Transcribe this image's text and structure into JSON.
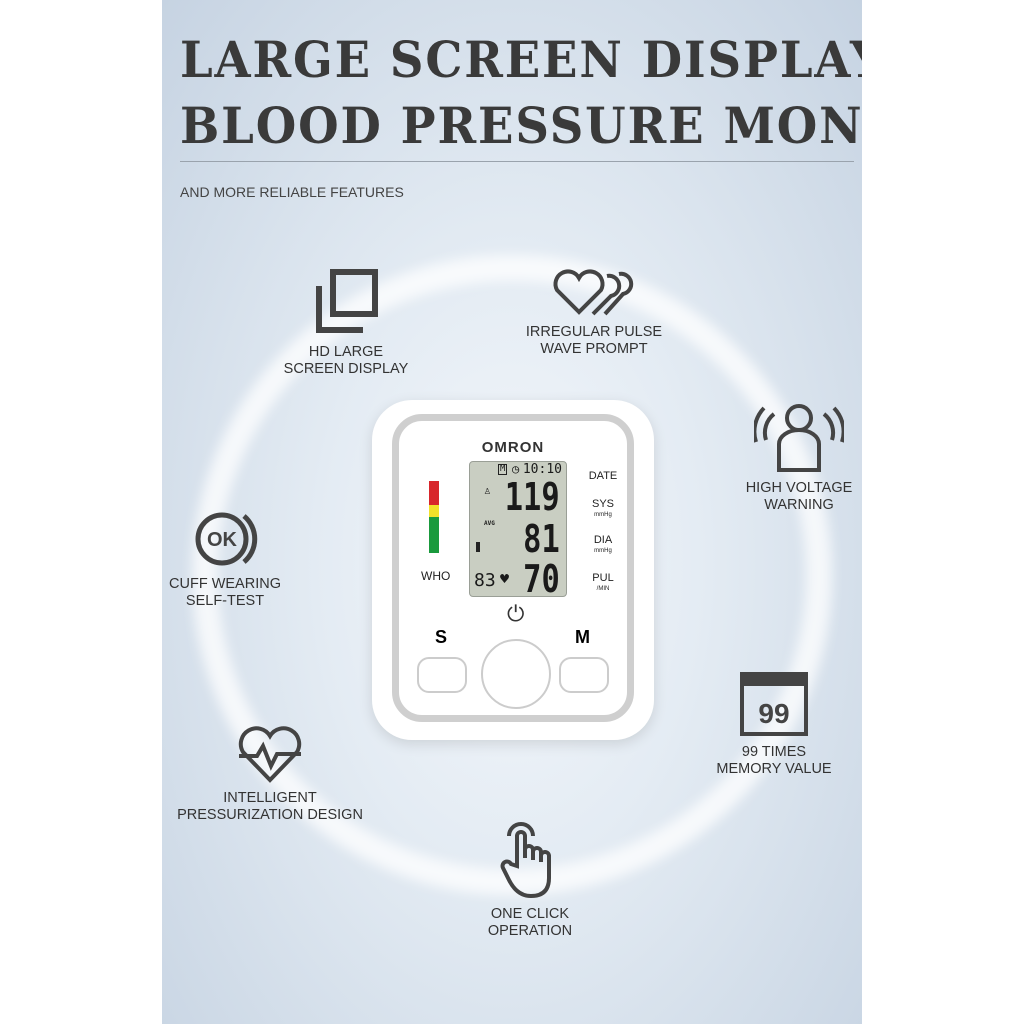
{
  "header": {
    "line1": "LARGE SCREEN DISPLAY",
    "line2": "BLOOD PRESSURE MONITOR",
    "subtitle": "AND MORE RELIABLE FEATURES"
  },
  "features": [
    {
      "icon": "screen-icon",
      "l1": "HD LARGE",
      "l2": "SCREEN DISPLAY"
    },
    {
      "icon": "heart-wave-icon",
      "l1": "IRREGULAR PULSE",
      "l2": "WAVE PROMPT"
    },
    {
      "icon": "person-alert-icon",
      "l1": "HIGH VOLTAGE",
      "l2": "WARNING"
    },
    {
      "icon": "ok-icon",
      "l1": "CUFF WEARING",
      "l2": "SELF-TEST"
    },
    {
      "icon": "calendar-99-icon",
      "l1": "99 TIMES",
      "l2": "MEMORY VALUE",
      "badge": "99"
    },
    {
      "icon": "heartbeat-icon",
      "l1": "INTELLIGENT",
      "l2": "PRESSURIZATION DESIGN"
    },
    {
      "icon": "hand-click-icon",
      "l1": "ONE CLICK",
      "l2": "OPERATION"
    }
  ],
  "device": {
    "brand": "OMRON",
    "time": "10:10",
    "mem": "M",
    "sys": "119",
    "dia": "81",
    "pul": "70",
    "mem_no": "83",
    "avg": "AVG",
    "labels": {
      "date": "DATE",
      "sys": "SYS",
      "dia": "DIA",
      "pul": "PUL",
      "mmhg": "mmHg",
      "min": "/MIN",
      "who": "WHO"
    },
    "buttons": {
      "s": "S",
      "m": "M"
    },
    "who_colors": [
      "#d8262b",
      "#f1e12a",
      "#1a9a3d"
    ]
  }
}
